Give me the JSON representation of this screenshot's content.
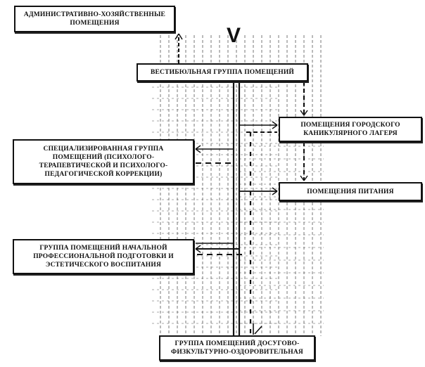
{
  "diagram": {
    "mark": "V",
    "nodes": {
      "admin": {
        "lines": [
          "АДМИНИСТРАТИВНО-ХОЗЯЙСТВЕННЫЕ",
          "ПОМЕЩЕНИЯ"
        ]
      },
      "vestibule": {
        "lines": [
          "ВЕСТИБЮЛЬНАЯ ГРУППА ПОМЕЩЕНИЙ"
        ]
      },
      "camp": {
        "lines": [
          "ПОМЕЩЕНИЯ ГОРОДСКОГО",
          "КАНИКУЛЯРНОГО ЛАГЕРЯ"
        ]
      },
      "special": {
        "lines": [
          "СПЕЦИАЛИЗИРОВАННАЯ ГРУППА",
          "ПОМЕЩЕНИЙ (ПСИХОЛОГО-",
          "ТЕРАПЕВТИЧЕСКОЙ И ПСИХОЛОГО-",
          "ПЕДАГОГИЧЕСКОЙ КОРРЕКЦИИ)"
        ]
      },
      "food": {
        "lines": [
          "ПОМЕЩЕНИЯ ПИТАНИЯ"
        ]
      },
      "vocational": {
        "lines": [
          "ГРУППА ПОМЕЩЕНИЙ НАЧАЛЬНОЙ",
          "ПРОФЕССИОНАЛЬНОЙ ПОДГОТОВКИ И",
          "ЭСТЕТИЧЕСКОГО ВОСПИТАНИЯ"
        ]
      },
      "leisure": {
        "lines": [
          "ГРУППА ПОМЕЩЕНИЙ ДОСУГОВО-",
          "ФИЗКУЛЬТУРНО-ОЗДОРОВИТЕЛЬНАЯ"
        ]
      }
    },
    "edges": [
      {
        "from": "vestibule",
        "to": "admin",
        "style": "dashed"
      },
      {
        "from": "vestibule",
        "to": "camp",
        "style": "dashed"
      },
      {
        "from": "vestibule",
        "to": "special",
        "style": "solid"
      },
      {
        "from": "vestibule",
        "to": "food",
        "style": "dashed"
      },
      {
        "from": "vestibule",
        "to": "vocational",
        "style": "solid"
      },
      {
        "from": "vestibule",
        "to": "leisure",
        "style": "solid"
      }
    ],
    "colors": {
      "ink": "#111111",
      "grid": "#555555",
      "paper": "#ffffff"
    }
  }
}
